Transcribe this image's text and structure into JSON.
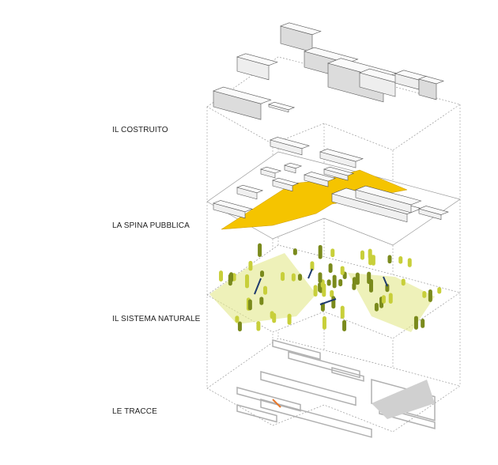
{
  "layers": [
    {
      "label": "IL COSTRUITO"
    },
    {
      "label": "LA SPINA PUBBLICA"
    },
    {
      "label": "IL SISTEMA NATURALE"
    },
    {
      "label": "LE TRACCE"
    }
  ],
  "colors": {
    "spina": "#f5c400",
    "tree_dark": "#7a8a1c",
    "tree_light": "#c8cf3a",
    "green_hatch": "#e3e88a",
    "water": "#1e3a6e",
    "trace": "#b0b0b0",
    "trace_accent": "#e8772a",
    "line": "#666666"
  }
}
